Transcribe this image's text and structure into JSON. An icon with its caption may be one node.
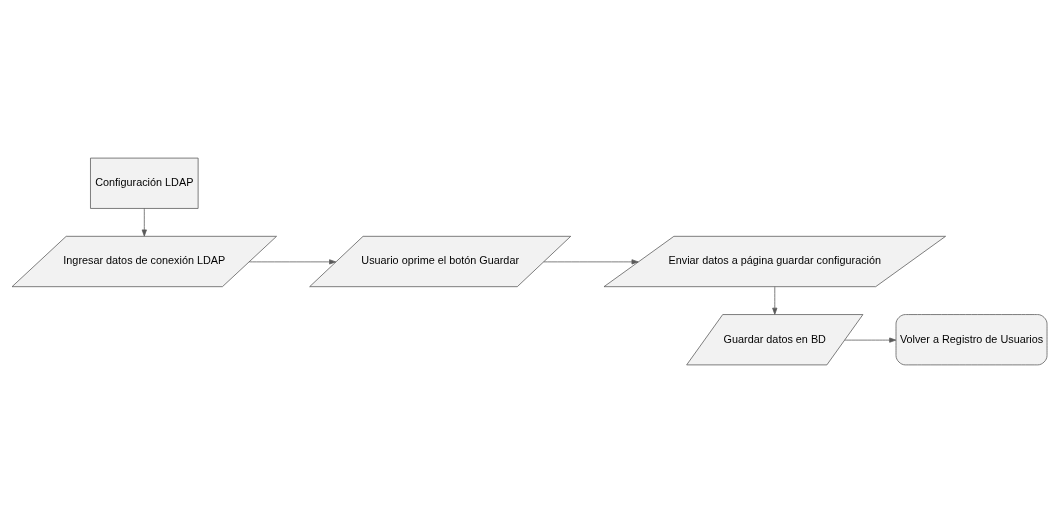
{
  "diagram": {
    "nodes": [
      {
        "text": [
          "Configuración LDAP"
        ]
      },
      {
        "text": [
          "Ingresar datos de conexión LDAP"
        ]
      },
      {
        "text": [
          "Usuario oprime el botón Guardar"
        ]
      },
      {
        "text": [
          "Enviar datos a página guardar configuración"
        ]
      },
      {
        "text": [
          "Guardar datos en BD"
        ]
      },
      {
        "text": [
          "Volver a Registro de Usuarios"
        ]
      }
    ],
    "edges": [
      {
        "from": 0,
        "to": 1,
        "arrow": "to"
      },
      {
        "from": 1,
        "to": 2,
        "arrow": "to"
      },
      {
        "from": 2,
        "to": 3,
        "arrow": "to"
      },
      {
        "from": 3,
        "to": 4,
        "arrow": "to"
      },
      {
        "from": 4,
        "to": 5,
        "arrow": "to"
      }
    ]
  }
}
